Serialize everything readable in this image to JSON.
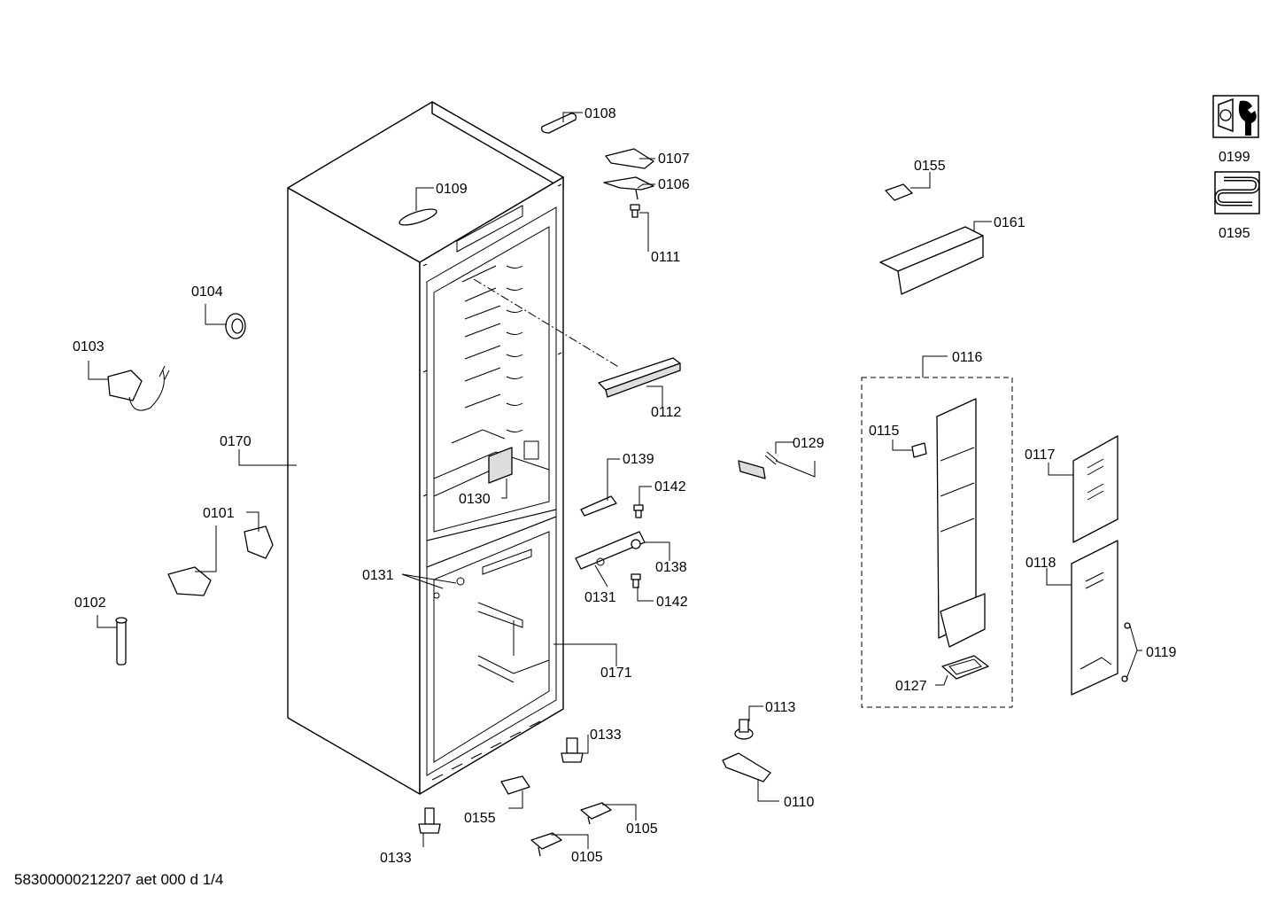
{
  "footer": "58300000212207 aet 000 d 1/4",
  "labels": {
    "p0108": "0108",
    "p0107": "0107",
    "p0106": "0106",
    "p0109": "0109",
    "p0111": "0111",
    "p0104": "0104",
    "p0103": "0103",
    "p0112": "0112",
    "p0170": "0170",
    "p0130": "0130",
    "p0139": "0139",
    "p0142a": "0142",
    "p0101": "0101",
    "p0131a": "0131",
    "p0138": "0138",
    "p0131b": "0131",
    "p0142b": "0142",
    "p0102": "0102",
    "p0171": "0171",
    "p0133a": "0133",
    "p0155b": "0155",
    "p0105a": "0105",
    "p0105b": "0105",
    "p0133b": "0133",
    "p0113": "0113",
    "p0110": "0110",
    "p0155a": "0155",
    "p0161": "0161",
    "p0116": "0116",
    "p0115": "0115",
    "p0129": "0129",
    "p0117": "0117",
    "p0118": "0118",
    "p0119": "0119",
    "p0127": "0127",
    "p0199": "0199",
    "p0195": "0195"
  },
  "icons": {
    "service": "wrench-nut-icon",
    "coil": "condenser-coil-icon"
  }
}
